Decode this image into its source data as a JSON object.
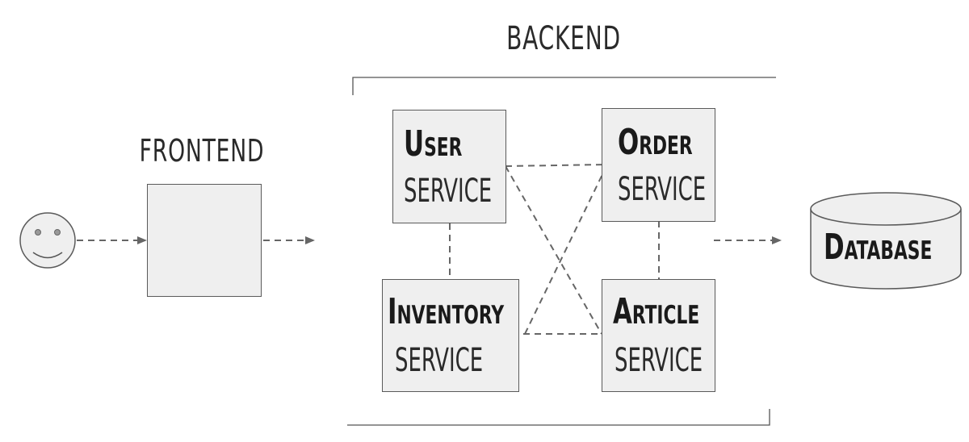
{
  "diagram": {
    "title_backend": "Backend",
    "title_frontend": "Frontend",
    "services": {
      "user": {
        "name": "User",
        "kind": "service"
      },
      "order": {
        "name": "Order",
        "kind": "service"
      },
      "inventory": {
        "name": "Inventory",
        "kind": "service"
      },
      "article": {
        "name": "Article",
        "kind": "service"
      }
    },
    "database_label": "Database",
    "colors": {
      "box_fill": "#efefef",
      "stroke": "#5a5a5a",
      "dash": "#666666",
      "text": "#222222"
    },
    "icons": [
      "smiley-user-icon",
      "database-cylinder-icon",
      "arrow-icon"
    ]
  }
}
